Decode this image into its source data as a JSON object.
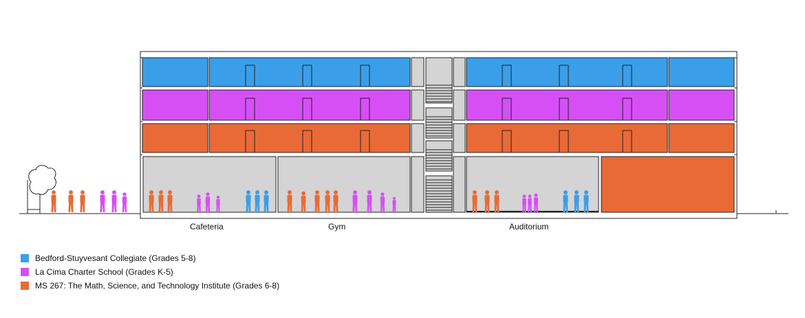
{
  "rooms": {
    "cafeteria": "Cafeteria",
    "gym": "Gym",
    "auditorium": "Auditorium"
  },
  "legend": [
    {
      "label": "Bedford-Stuyvesant Collegiate (Grades 5-8)",
      "color": "#3a9fe8"
    },
    {
      "label": "La Cima Charter School (Grades K-5)",
      "color": "#d64ff5"
    },
    {
      "label": "MS 267: The Math, Science, and Technology Institute (Grades 6-8)",
      "color": "#e96a36"
    }
  ],
  "colors": {
    "blue": "#3a9fe8",
    "purple": "#d64ff5",
    "orange": "#e96a36",
    "gray": "#d4d4d4",
    "outline": "#222222"
  }
}
